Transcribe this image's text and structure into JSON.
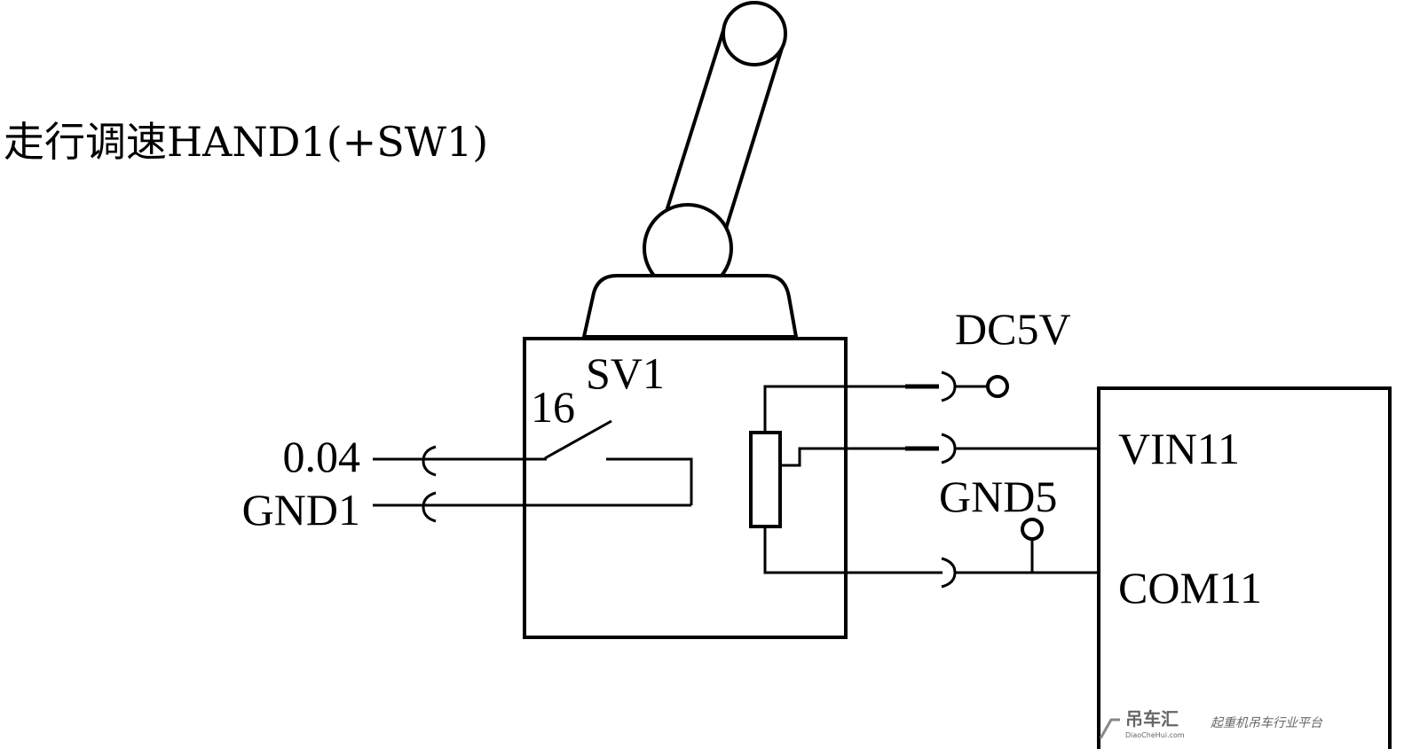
{
  "title": "走行调速HAND1(+SW1)",
  "labels": {
    "sv1": "SV1",
    "pin16": "16",
    "input_004": "0.04",
    "gnd1": "GND1",
    "dc5v": "DC5V",
    "gnd5": "GND5",
    "vin11": "VIN11",
    "com11": "COM11"
  },
  "watermark": {
    "brand": "吊车汇",
    "slogan": "起重机吊车行业平台",
    "url": "DiaoCheHui.com"
  }
}
